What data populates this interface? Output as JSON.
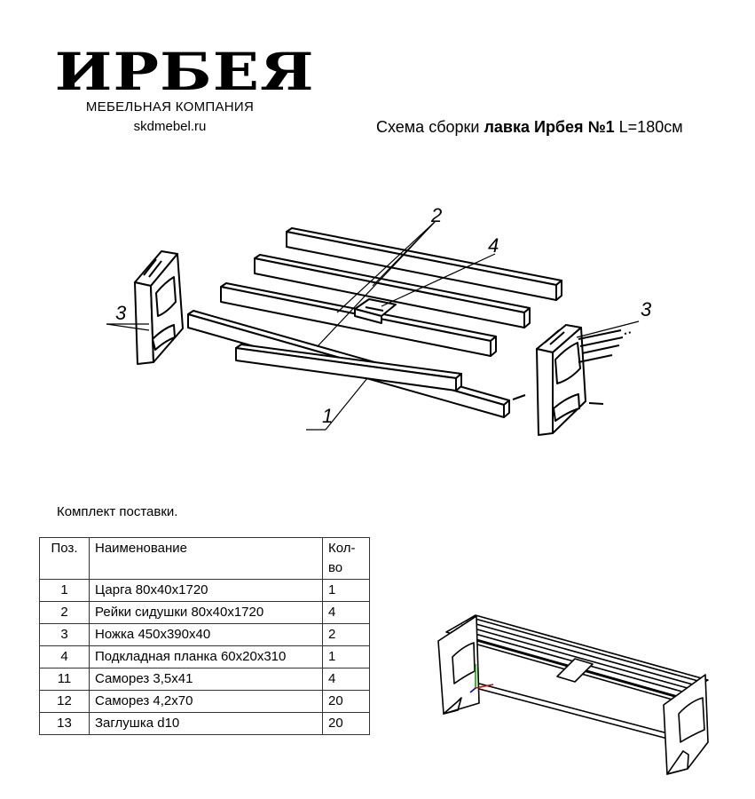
{
  "header": {
    "logo_word": "ИРБЕЯ",
    "logo_subtitle": "МЕБЕЛЬНАЯ КОМПАНИЯ",
    "site": "skdmebel.ru",
    "title_prefix": "Схема сборки ",
    "title_bold": "лавка Ирбея №1",
    "title_suffix": " L=180см"
  },
  "drawing": {
    "callouts": [
      "2",
      "4",
      "3",
      "3",
      "1"
    ]
  },
  "kit_label": "Комплект поставки.",
  "table": {
    "headers": {
      "pos": "Поз.",
      "name": "Наименование",
      "qty": "Кол-во"
    },
    "rows": [
      {
        "pos": "1",
        "name": "Царга 80х40х1720",
        "qty": "1"
      },
      {
        "pos": "2",
        "name": "Рейки сидушки 80х40х1720",
        "qty": "4"
      },
      {
        "pos": "3",
        "name": "Ножка 450х390х40",
        "qty": "2"
      },
      {
        "pos": "4",
        "name": "Подкладная планка 60х20х310",
        "qty": "1"
      },
      {
        "pos": "11",
        "name": "Саморез 3,5х41",
        "qty": "4"
      },
      {
        "pos": "12",
        "name": "Саморез 4,2х70",
        "qty": "20"
      },
      {
        "pos": "13",
        "name": "Заглушка d10",
        "qty": "20"
      }
    ]
  }
}
